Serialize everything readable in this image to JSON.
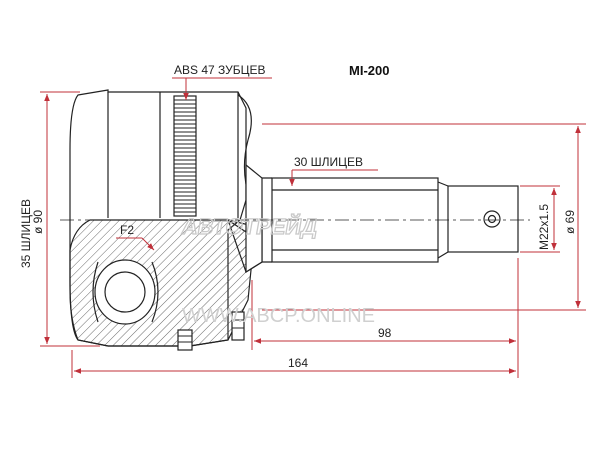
{
  "part_number": "MI-200",
  "labels": {
    "abs": "ABS 47 ЗУБЦЕВ",
    "splines_outer": "30 ШЛИЦЕВ",
    "splines_inner": "35 ШЛИЦЕВ",
    "diameter_inner": "ø 90",
    "diameter_outer": "ø 69",
    "thread": "M22x1.5",
    "f2": "F2",
    "length_short": "98",
    "length_total": "164"
  },
  "watermarks": {
    "brand": "АВТОТРЕЙД",
    "site": "WWW.ABCP.ONLINE"
  },
  "colors": {
    "line": "#222222",
    "dimension": "#c0303a",
    "watermark": "#c9c9c9"
  }
}
